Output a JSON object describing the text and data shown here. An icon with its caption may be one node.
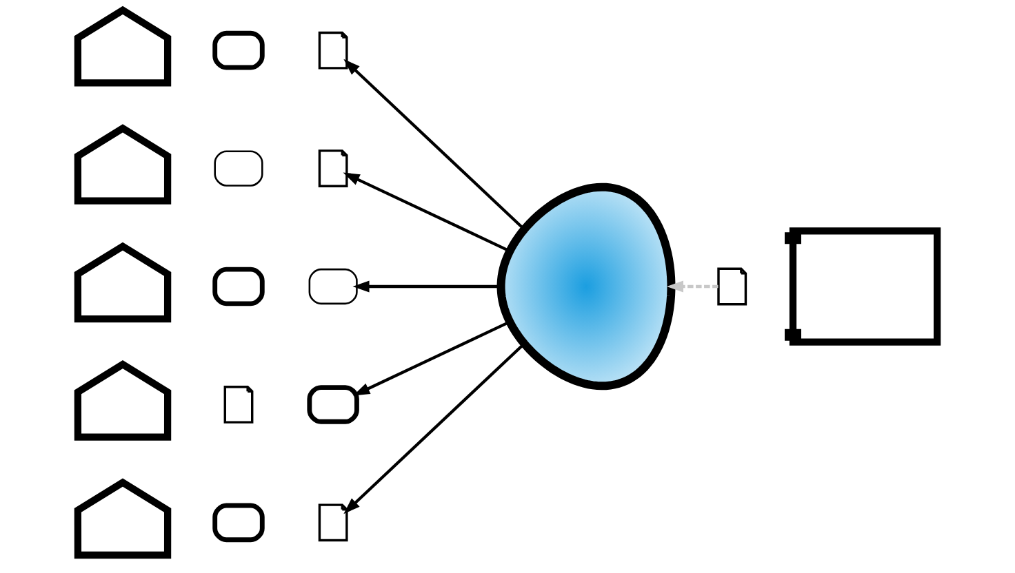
{
  "diagram": {
    "nodes": [
      {
        "text": [],
        "shape": "store"
      },
      {
        "text": [],
        "shape": "message"
      },
      {
        "text": [],
        "shape": "document"
      },
      {
        "text": [],
        "shape": "store"
      },
      {
        "text": [],
        "shape": "message"
      },
      {
        "text": [],
        "shape": "document"
      },
      {
        "text": [],
        "shape": "store"
      },
      {
        "text": [],
        "shape": "message"
      },
      {
        "text": [],
        "shape": "message"
      },
      {
        "text": [],
        "shape": "store"
      },
      {
        "text": [],
        "shape": "document"
      },
      {
        "text": [],
        "shape": "message"
      },
      {
        "text": [],
        "shape": "store"
      },
      {
        "text": [],
        "shape": "message"
      },
      {
        "text": [],
        "shape": "document"
      },
      {
        "text": [],
        "shape": "head"
      },
      {
        "text": [],
        "shape": "document"
      },
      {
        "text": [],
        "shape": "factory"
      }
    ],
    "edges": [
      {
        "from": 16,
        "to": 15,
        "arrow": "to",
        "style": "dashed",
        "color": "#c8c8c8"
      },
      {
        "from": 15,
        "to": 2,
        "arrow": "to"
      },
      {
        "from": 15,
        "to": 5,
        "arrow": "to"
      },
      {
        "from": 15,
        "to": 8,
        "arrow": "to"
      },
      {
        "from": 15,
        "to": 11,
        "arrow": "to"
      },
      {
        "from": 15,
        "to": 14,
        "arrow": "to"
      }
    ]
  }
}
